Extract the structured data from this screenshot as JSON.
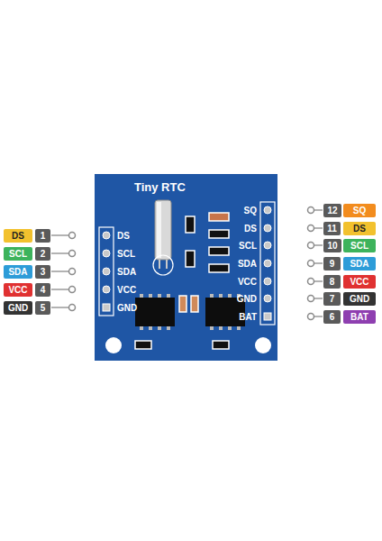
{
  "diagram": {
    "nodes": [
      {
        "text": [
          "Tiny RTC"
        ]
      },
      {
        "text": [
          "DS"
        ]
      },
      {
        "text": [
          "1"
        ]
      },
      {
        "text": [
          "SCL"
        ]
      },
      {
        "text": [
          "2"
        ]
      },
      {
        "text": [
          "SDA"
        ]
      },
      {
        "text": [
          "3"
        ]
      },
      {
        "text": [
          "VCC"
        ]
      },
      {
        "text": [
          "4"
        ]
      },
      {
        "text": [
          "GND"
        ]
      },
      {
        "text": [
          "5"
        ]
      },
      {
        "text": [
          "12"
        ]
      },
      {
        "text": [
          "SQ"
        ]
      },
      {
        "text": [
          "11"
        ]
      },
      {
        "text": [
          "DS"
        ]
      },
      {
        "text": [
          "10"
        ]
      },
      {
        "text": [
          "SCL"
        ]
      },
      {
        "text": [
          "9"
        ]
      },
      {
        "text": [
          "SDA"
        ]
      },
      {
        "text": [
          "8"
        ]
      },
      {
        "text": [
          "VCC"
        ]
      },
      {
        "text": [
          "7"
        ]
      },
      {
        "text": [
          "GND"
        ]
      },
      {
        "text": [
          "6"
        ]
      },
      {
        "text": [
          "BAT"
        ]
      }
    ],
    "labels": [
      "DS",
      "SCL",
      "SDA",
      "VCC",
      "GND",
      "SQ",
      "DS",
      "SCL",
      "SDA",
      "VCC",
      "GND",
      "BAT"
    ]
  }
}
